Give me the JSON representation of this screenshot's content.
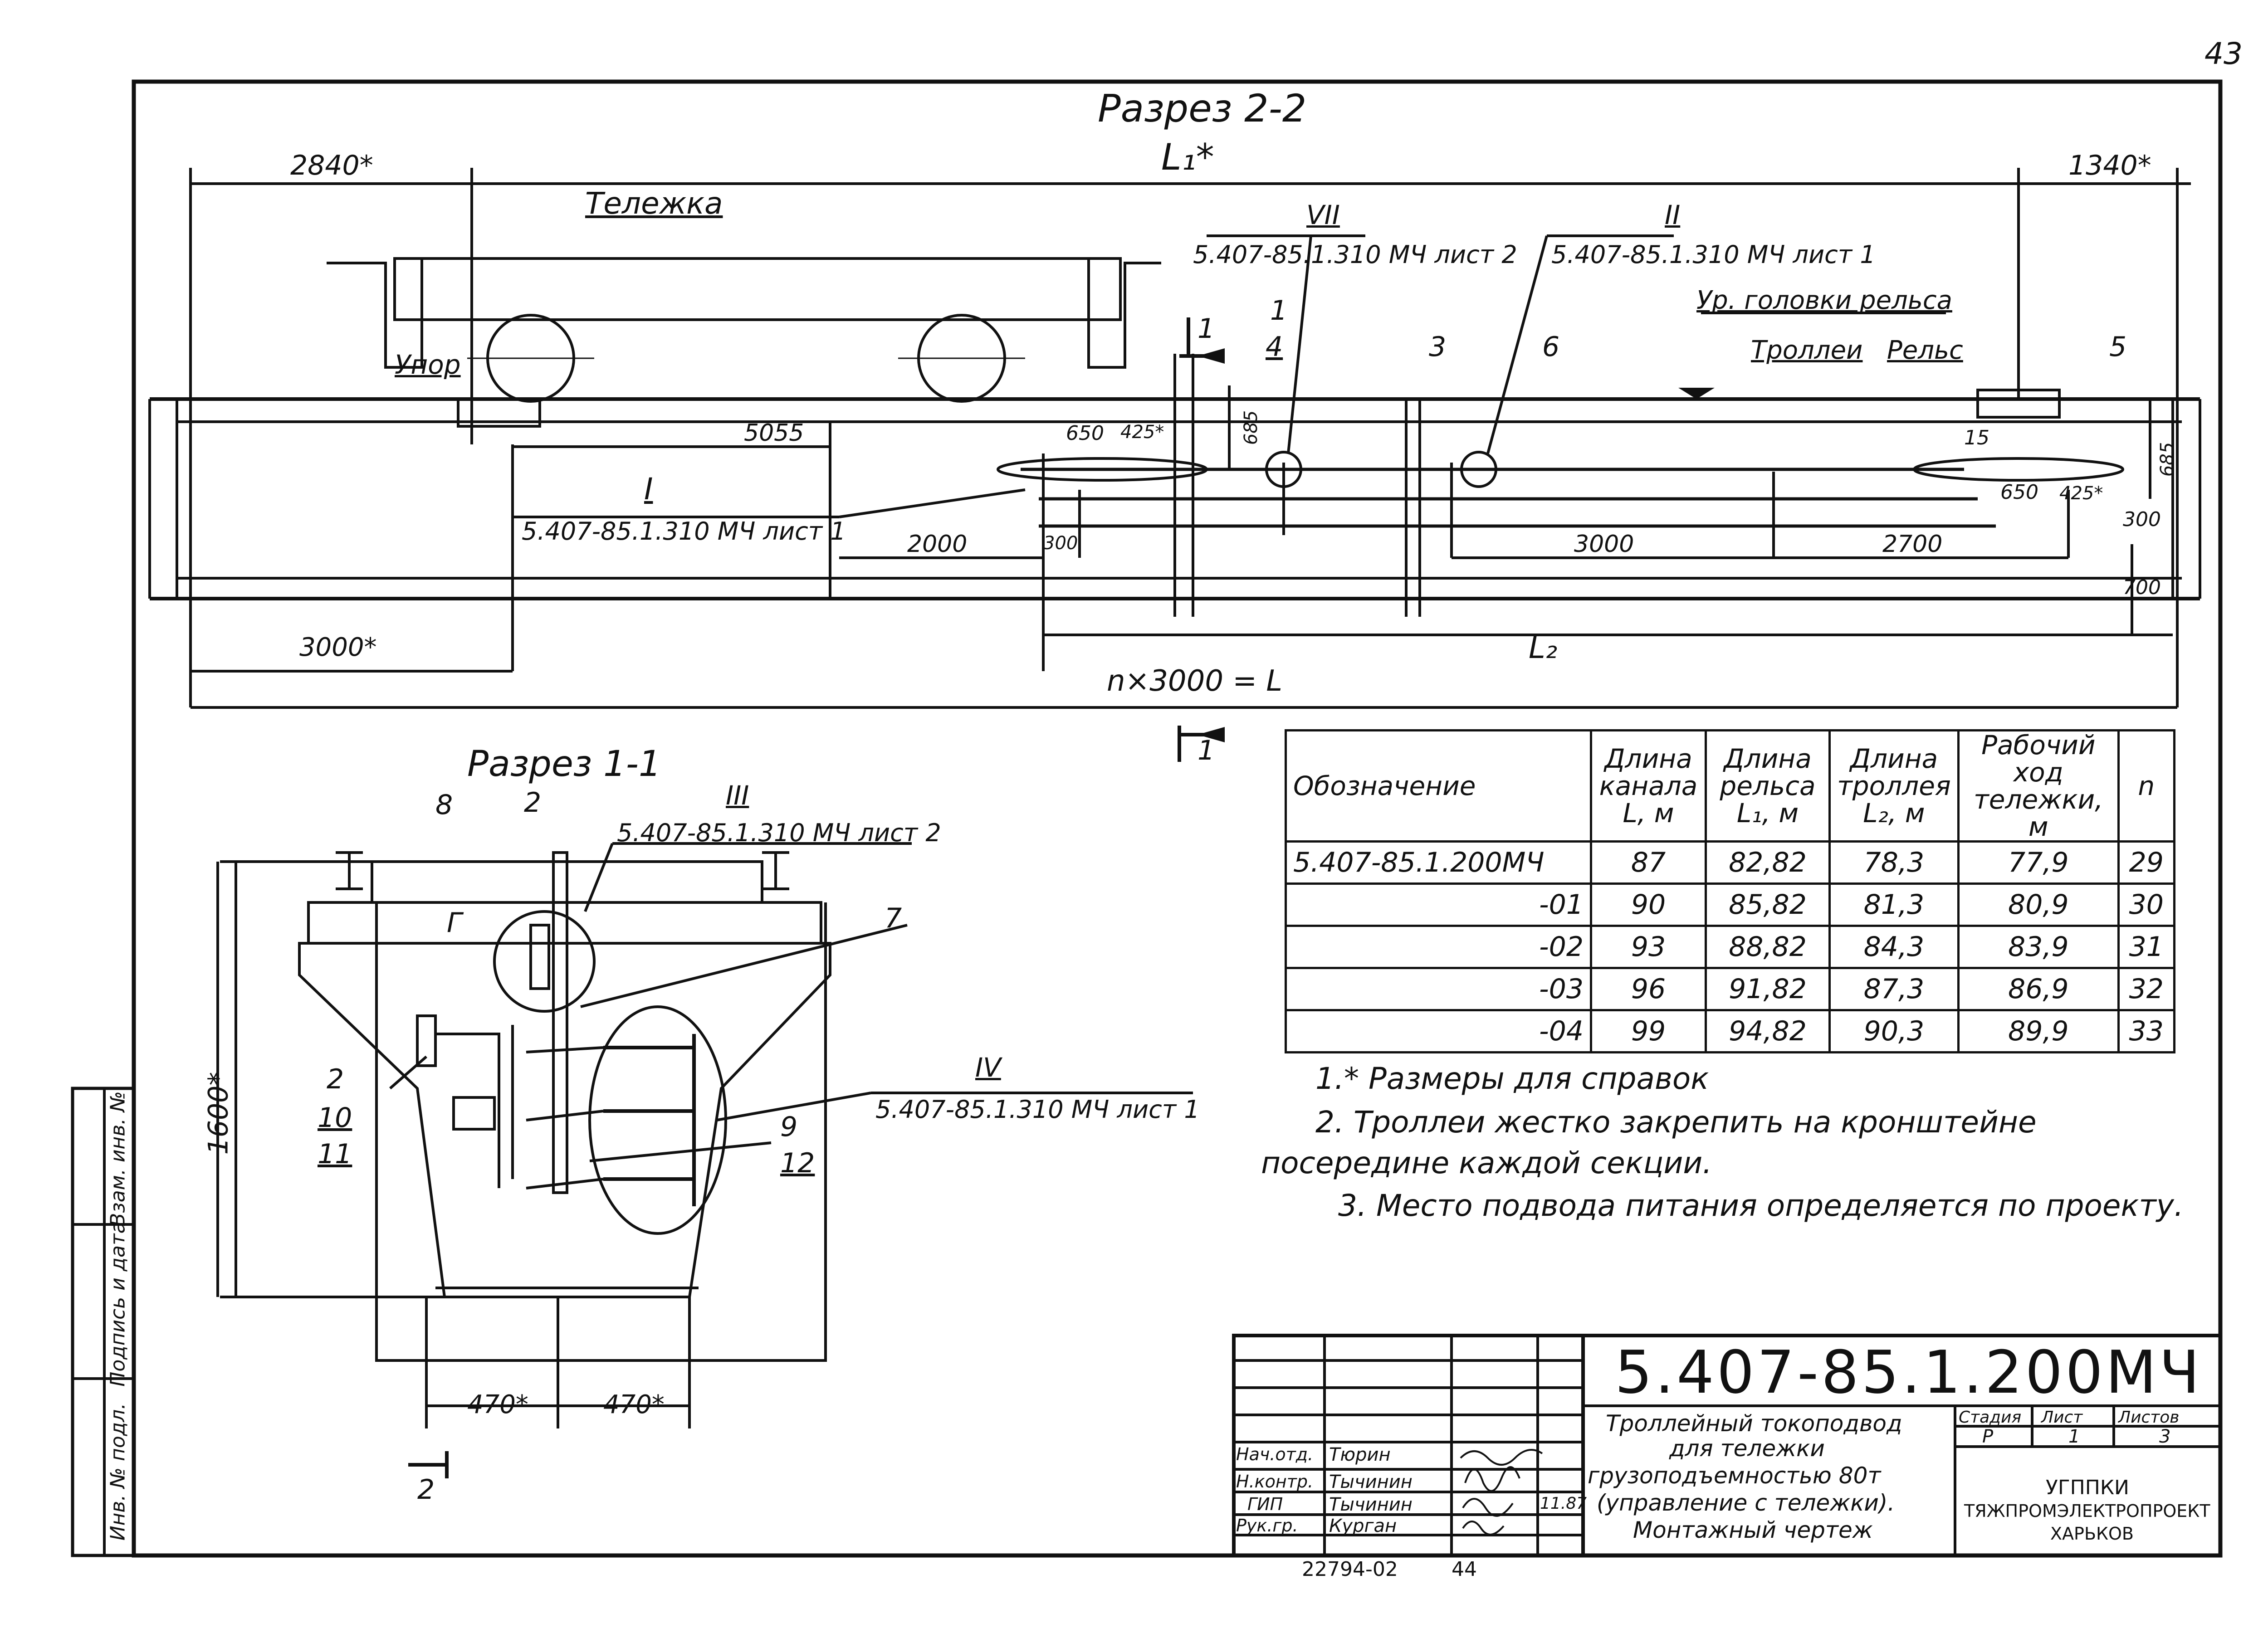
{
  "page_number": "43",
  "section_2": {
    "title": "Разрез 2-2",
    "dim_left_top": "2840*",
    "dim_right_top": "1340*",
    "dim_center_top": "L₁*",
    "label_trolley": "Тележка",
    "label_stop": "Упор",
    "label_rail_level": "Ур. головки рельса",
    "label_trolleys": "Троллеи",
    "label_rail": "Рельс",
    "callout_vii": "VII",
    "ref_vii": "5.407-85.1.310 МЧ лист 2",
    "callout_ii": "II",
    "ref_ii": "5.407-85.1.310 МЧ лист 1",
    "callout_i": "I",
    "ref_i": "5.407-85.1.310 МЧ лист 1",
    "pos_1": "1",
    "pos_4": "4",
    "pos_3": "3",
    "pos_6": "6",
    "pos_5": "5",
    "dim_5055": "5055",
    "dim_650_left": "650",
    "dim_425_left": "425*",
    "dim_685_left": "685",
    "dim_2000": "2000",
    "dim_300_left": "300",
    "dim_3000_mid": "3000",
    "dim_2700": "2700",
    "dim_15": "15",
    "dim_650_right": "650",
    "dim_425_right": "425*",
    "dim_685_right": "685",
    "dim_300_right": "300",
    "dim_700": "700",
    "dim_3000_left": "3000*",
    "dim_l2": "L₂",
    "dim_total": "n×3000 = L",
    "cut_mark_top": "1",
    "cut_mark_bottom": "1"
  },
  "section_1": {
    "title": "Разрез 1-1",
    "pos_8": "8",
    "pos_2_top": "2",
    "callout_iii": "III",
    "ref_iii": "5.407-85.1.310 МЧ лист 2",
    "label_g": "Г",
    "pos_7": "7",
    "callout_iv": "IV",
    "ref_iv": "5.407-85.1.310 МЧ лист 1",
    "pos_2_left": "2",
    "pos_10": "10",
    "pos_11": "11",
    "pos_9": "9",
    "pos_12": "12",
    "dim_1600": "1600*",
    "dim_470_left": "470*",
    "dim_470_right": "470*",
    "cut_mark": "2"
  },
  "table": {
    "headers": [
      "Обозначение",
      "Длина канала L, м",
      "Длина рельса L₁, м",
      "Длина троллея L₂, м",
      "Рабочий ход тележки, м",
      "n"
    ],
    "rows": [
      [
        "5.407-85.1.200МЧ",
        "87",
        "82,82",
        "78,3",
        "77,9",
        "29"
      ],
      [
        "-01",
        "90",
        "85,82",
        "81,3",
        "80,9",
        "30"
      ],
      [
        "-02",
        "93",
        "88,82",
        "84,3",
        "83,9",
        "31"
      ],
      [
        "-03",
        "96",
        "91,82",
        "87,3",
        "86,9",
        "32"
      ],
      [
        "-04",
        "99",
        "94,82",
        "90,3",
        "89,9",
        "33"
      ]
    ]
  },
  "notes": [
    "1.* Размеры для справок",
    "2. Троллеи жестко закрепить на кронштейне посередине каждой секции.",
    "3. Место подвода питания определяется по проекту."
  ],
  "side_stamp": [
    "Инв. № подл.",
    "Подпись и дата",
    "Взам. инв. №"
  ],
  "title_block": {
    "doc_code": "5.407-85.1.200МЧ",
    "title_lines": [
      "Троллейный токоподвод",
      "для тележки",
      "грузоподъемностью 80т",
      "(управление с тележки).",
      "Монтажный чертеж"
    ],
    "stage_label": "Стадия",
    "sheet_label": "Лист",
    "sheets_label": "Листов",
    "stage": "Р",
    "sheet": "1",
    "sheets": "3",
    "org_lines": [
      "УГППКИ",
      "ТЯЖПРОМЭЛЕКТРОПРОЕКТ",
      "ХАРЬКОВ"
    ],
    "roles": [
      "Нач.отд.",
      "Н.контр.",
      "ГИП",
      "Рук.гр."
    ],
    "names": [
      "Тюрин",
      "Тычинин",
      "Тычинин",
      "Курган"
    ],
    "date": "11.87",
    "footer_code": "22794-02",
    "footer_num": "44"
  }
}
